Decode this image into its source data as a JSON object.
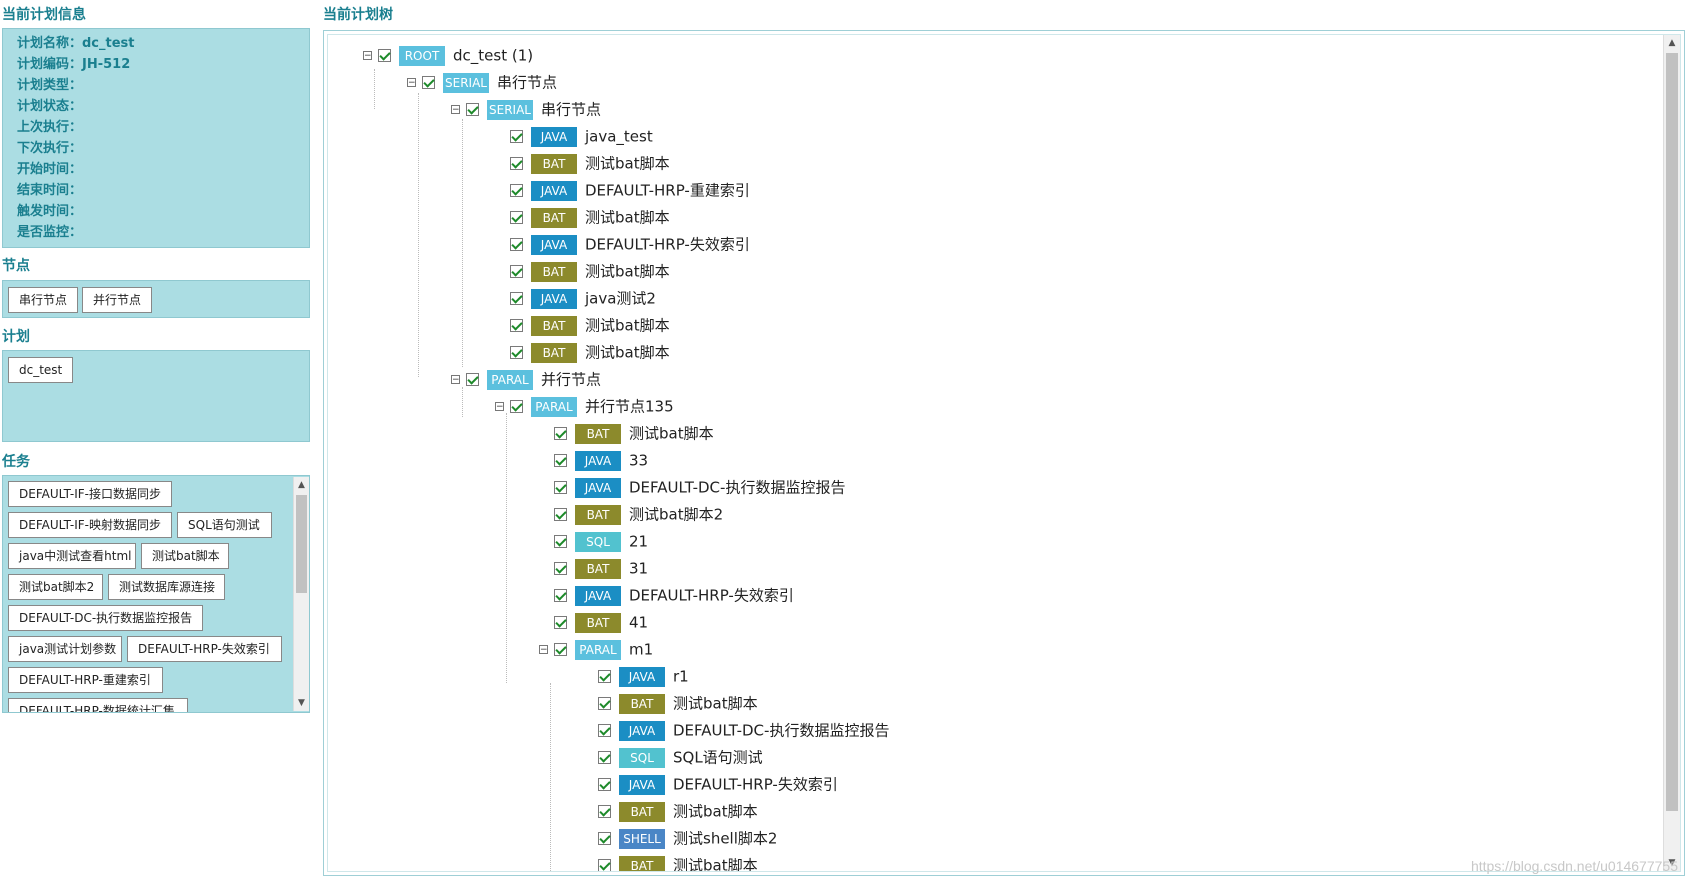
{
  "left": {
    "info_title": "当前计划信息",
    "info_lines": [
      "计划名称：dc_test",
      "计划编码：JH-512",
      "计划类型：",
      "计划状态：",
      "上次执行：",
      "下次执行：",
      "开始时间：",
      "结束时间：",
      "触发时间：",
      "是否监控："
    ],
    "nodes_title": "节点",
    "node_buttons": [
      "串行节点",
      "并行节点"
    ],
    "plan_title": "计划",
    "plan_buttons": [
      "dc_test"
    ],
    "tasks_title": "任务",
    "task_buttons": [
      "DEFAULT-IF-接口数据同步",
      "DEFAULT-IF-映射数据同步",
      "SQL语句测试",
      "java中测试查看html",
      "测试bat脚本",
      "测试bat脚本2",
      "测试数据库源连接",
      "DEFAULT-DC-执行数据监控报告",
      "java测试计划参数",
      "DEFAULT-HRP-失效索引",
      "DEFAULT-HRP-重建索引",
      "DEFAULT-HRP-数据统计汇集"
    ]
  },
  "tree": {
    "title": "当前计划树",
    "nodes": [
      {
        "badge": "ROOT",
        "label": "dc_test (1)",
        "toggle": "⊟"
      },
      {
        "badge": "SERIAL",
        "label": "串行节点",
        "toggle": "⊟"
      },
      {
        "badge": "SERIAL",
        "label": "串行节点",
        "toggle": "⊟"
      },
      {
        "badge": "JAVA",
        "label": "java_test"
      },
      {
        "badge": "BAT",
        "label": "测试bat脚本"
      },
      {
        "badge": "JAVA",
        "label": "DEFAULT-HRP-重建索引"
      },
      {
        "badge": "BAT",
        "label": "测试bat脚本"
      },
      {
        "badge": "JAVA",
        "label": "DEFAULT-HRP-失效索引"
      },
      {
        "badge": "BAT",
        "label": "测试bat脚本"
      },
      {
        "badge": "JAVA",
        "label": "java测试2"
      },
      {
        "badge": "BAT",
        "label": "测试bat脚本"
      },
      {
        "badge": "BAT",
        "label": "测试bat脚本"
      },
      {
        "badge": "PARAL",
        "label": "并行节点",
        "toggle": "⊟"
      },
      {
        "badge": "PARAL",
        "label": "并行节点135",
        "toggle": "⊟"
      },
      {
        "badge": "BAT",
        "label": "测试bat脚本"
      },
      {
        "badge": "JAVA",
        "label": "33"
      },
      {
        "badge": "JAVA",
        "label": "DEFAULT-DC-执行数据监控报告"
      },
      {
        "badge": "BAT",
        "label": "测试bat脚本2"
      },
      {
        "badge": "SQL",
        "label": "21"
      },
      {
        "badge": "BAT",
        "label": "31"
      },
      {
        "badge": "JAVA",
        "label": "DEFAULT-HRP-失效索引"
      },
      {
        "badge": "BAT",
        "label": "41"
      },
      {
        "badge": "PARAL",
        "label": "m1",
        "toggle": "⊟"
      },
      {
        "badge": "JAVA",
        "label": "r1"
      },
      {
        "badge": "BAT",
        "label": "测试bat脚本"
      },
      {
        "badge": "JAVA",
        "label": "DEFAULT-DC-执行数据监控报告"
      },
      {
        "badge": "SQL",
        "label": "SQL语句测试"
      },
      {
        "badge": "JAVA",
        "label": "DEFAULT-HRP-失效索引"
      },
      {
        "badge": "BAT",
        "label": "测试bat脚本"
      },
      {
        "badge": "SHELL",
        "label": "测试shell脚本2"
      },
      {
        "badge": "BAT",
        "label": "测试bat脚本"
      }
    ]
  },
  "watermark": "https://blog.csdn.net/u014677755",
  "colors": {
    "title": "#1a7f8f",
    "panel": "#abdde3",
    "java": "#1b8ec4",
    "bat": "#8c8a2c",
    "sql": "#52c2cf",
    "shell": "#4a86c6",
    "container": "#5bc0de"
  }
}
